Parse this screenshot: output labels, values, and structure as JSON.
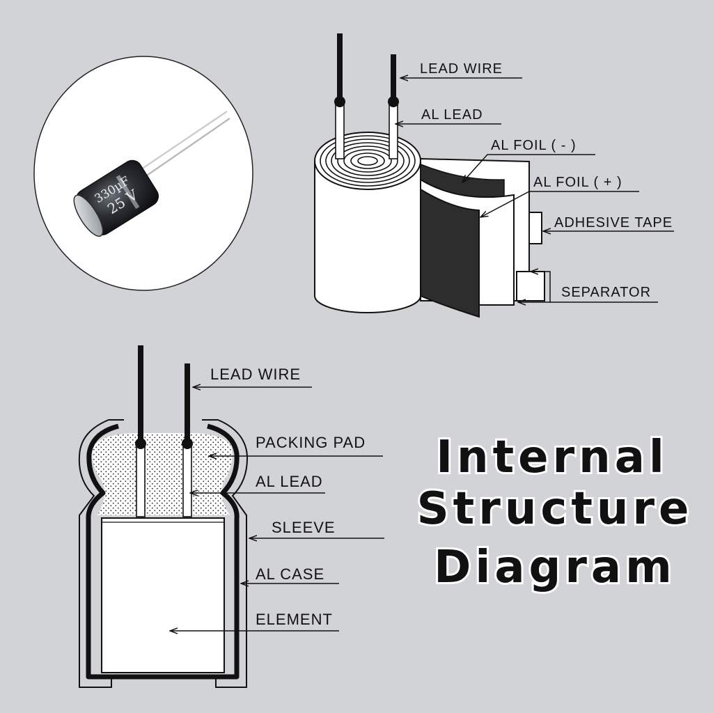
{
  "photo": {
    "capacitor_marking": "330µF",
    "voltage_marking": "25 V"
  },
  "winding_labels": {
    "lead_wire": "LEAD  WIRE",
    "al_lead": "AL  LEAD",
    "al_foil_neg": "AL  FOIL  ( - )",
    "al_foil_pos": "AL  FOIL  ( + )",
    "adhesive_tape": "ADHESIVE  TAPE",
    "separator": "SEPARATOR"
  },
  "section_labels": {
    "lead_wire": "LEAD WIRE",
    "packing_pad": "PACKING  PAD",
    "al_lead": "AL  LEAD",
    "sleeve": "SLEEVE",
    "al_case": "AL  CASE",
    "element": "ELEMENT"
  },
  "title": {
    "line1": "Internal",
    "line2": "Structure",
    "line3": "Diagram"
  },
  "colors": {
    "background": "#d2d3d7",
    "ink": "#111111",
    "paper": "#ffffff"
  }
}
